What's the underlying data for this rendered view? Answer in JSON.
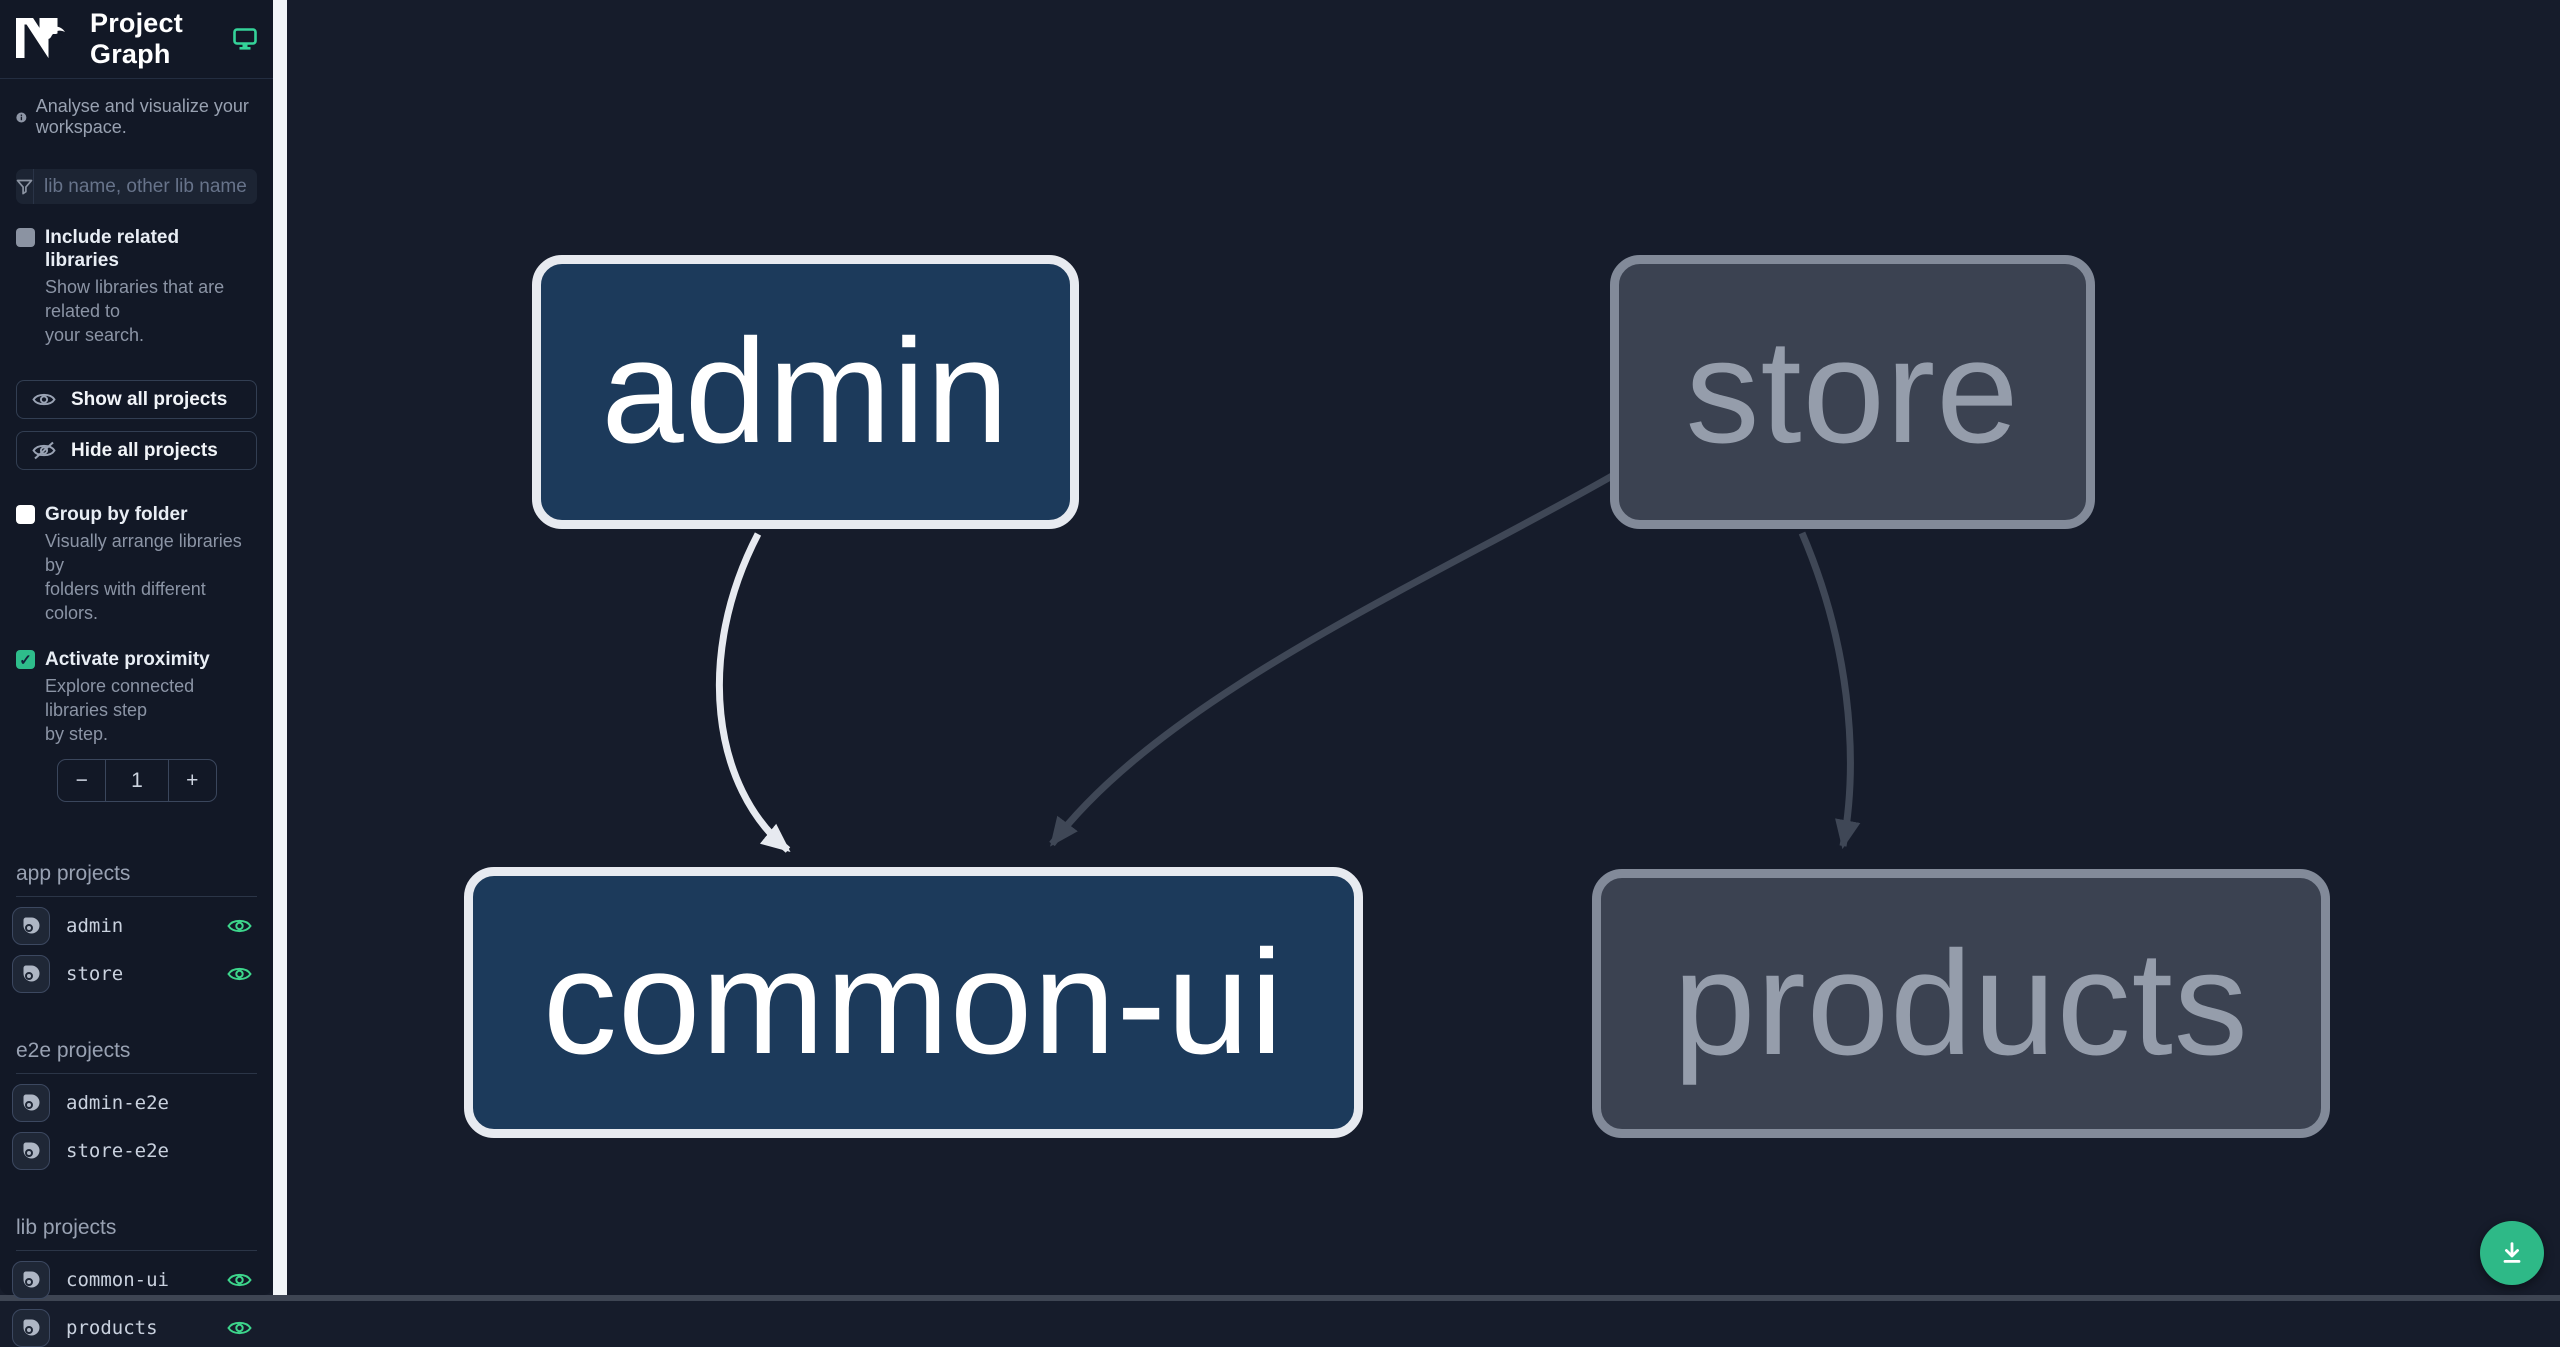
{
  "app": {
    "title": "Project Graph",
    "tagline": "Analyse and visualize your workspace."
  },
  "sidebar": {
    "search_placeholder": "lib name, other lib name",
    "checkmark_glyph": "✓",
    "include_related": {
      "label": "Include related libraries",
      "description_line1": "Show libraries that are related to",
      "description_line2": "your search.",
      "checked": false
    },
    "show_all_label": "Show all projects",
    "hide_all_label": "Hide all projects",
    "group_by_folder": {
      "label": "Group by folder",
      "description_line1": "Visually arrange libraries by",
      "description_line2": "folders with different colors.",
      "checked": false
    },
    "activate_proximity": {
      "label": "Activate proximity",
      "description_line1": "Explore connected libraries step",
      "description_line2": "by step.",
      "checked": true
    },
    "proximity_stepper": {
      "decrement": "−",
      "value": "1",
      "increment": "+"
    },
    "sections": [
      {
        "title": "app projects",
        "items": [
          {
            "name": "admin",
            "visible": true
          },
          {
            "name": "store",
            "visible": true
          }
        ]
      },
      {
        "title": "e2e projects",
        "items": [
          {
            "name": "admin-e2e",
            "visible": false
          },
          {
            "name": "store-e2e",
            "visible": false
          }
        ]
      },
      {
        "title": "lib projects",
        "items": [
          {
            "name": "common-ui",
            "visible": true
          },
          {
            "name": "products",
            "visible": true
          }
        ]
      }
    ]
  },
  "graph": {
    "nodes": [
      {
        "label": "admin",
        "state": "focused"
      },
      {
        "label": "store",
        "state": "faded"
      },
      {
        "label": "common-ui",
        "state": "focused"
      },
      {
        "label": "products",
        "state": "faded"
      }
    ],
    "edges": [
      {
        "from": "admin",
        "to": "common-ui",
        "state": "focused"
      },
      {
        "from": "store",
        "to": "common-ui",
        "state": "faded"
      },
      {
        "from": "store",
        "to": "products",
        "state": "faded"
      }
    ]
  },
  "colors": {
    "accent_teal": "#34d399",
    "checkbox_teal": "#2ebd8b",
    "fab_background": "#2eb987",
    "focused_node_fill": "#1c3a5b",
    "focused_node_border": "#e7eaf0",
    "faded_node_fill": "#3b4251",
    "faded_node_border": "#828a99",
    "edge_focused": "#e7eaf0",
    "edge_faded": "#3f4756",
    "sidebar_background": "#121826",
    "canvas_background": "#161c2b"
  }
}
